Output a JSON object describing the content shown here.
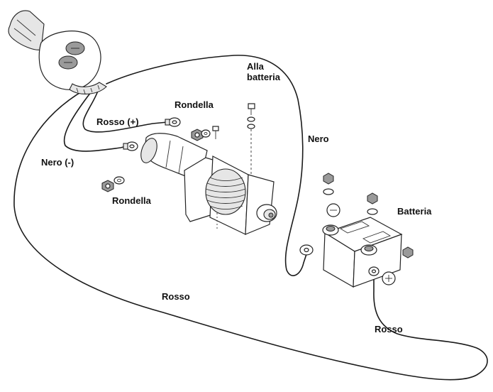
{
  "labels": {
    "alla_batteria_line1": "Alla",
    "alla_batteria_line2": "batteria",
    "rondella_top": "Rondella",
    "rosso_plus": "Rosso (+)",
    "nero_minus": "Nero (-)",
    "rondella_bottom": "Rondella",
    "nero": "Nero",
    "batteria": "Batteria",
    "rosso_left": "Rosso",
    "rosso_right": "Rosso"
  },
  "icons": [
    "switch-handle-icon",
    "winch-motor-icon",
    "battery-icon",
    "bolt-icon",
    "washer-icon",
    "nut-icon",
    "ring-terminal-icon",
    "minus-symbol-icon",
    "plus-symbol-icon"
  ]
}
